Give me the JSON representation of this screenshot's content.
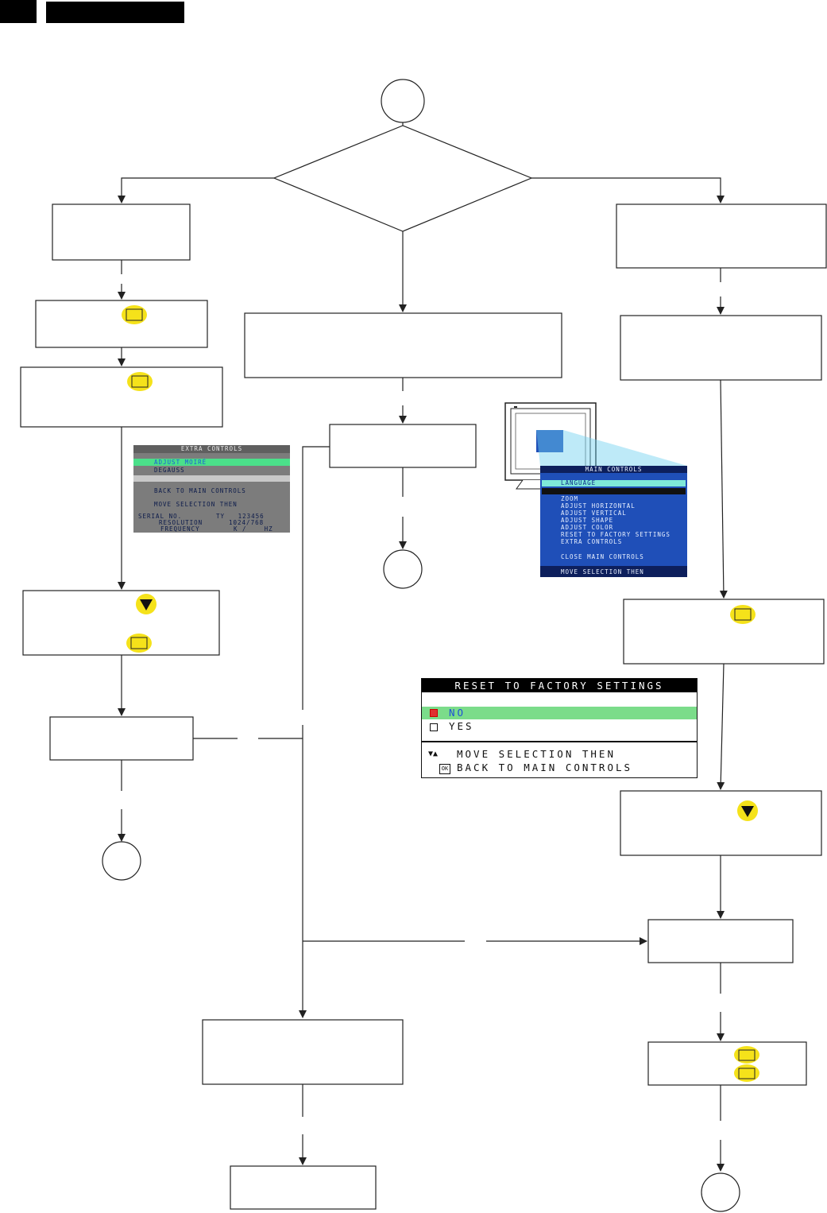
{
  "colors": {
    "line": "#222222",
    "box_border": "#333333",
    "button_highlight": "#f5e21a",
    "osd_blue": "#1f4fb8",
    "osd_highlight_cyan": "#7fe8d8",
    "osd_extra_bg": "#7c7c7c",
    "osd_extra_highlight": "#4be08a",
    "reset_highlight": "#7bdc8a"
  },
  "icons": {
    "up_button": "ok-button-icon",
    "down_button": "down-arrow-button-icon"
  },
  "extra_controls_screen": {
    "title": "EXTRA CONTROLS",
    "items": [
      "ADJUST MOIRÉ",
      "DEGAUSS"
    ],
    "back": "BACK TO MAIN CONTROLS",
    "instruction": "MOVE SELECTION THEN",
    "serial_label": "SERIAL NO.",
    "serial_value": "TY   123456",
    "resolution_label": "RESOLUTION",
    "resolution_value": "1024/768",
    "frequency_label": "FREQUENCY",
    "frequency_value": "K /    HZ"
  },
  "main_controls_screen": {
    "title": "MAIN CONTROLS",
    "items": [
      "LANGUAGE",
      "",
      "ZOOM",
      "ADJUST HORIZONTAL",
      "ADJUST VERTICAL",
      "ADJUST SHAPE",
      "ADJUST COLOR",
      "RESET TO FACTORY SETTINGS",
      "EXTRA CONTROLS"
    ],
    "close": "CLOSE MAIN CONTROLS",
    "instruction": "MOVE SELECTION THEN"
  },
  "reset_screen": {
    "title": "RESET TO FACTORY SETTINGS",
    "option_no": "NO",
    "option_yes": "YES",
    "instruction_1": "MOVE SELECTION THEN",
    "instruction_2": "BACK TO MAIN CONTROLS"
  }
}
